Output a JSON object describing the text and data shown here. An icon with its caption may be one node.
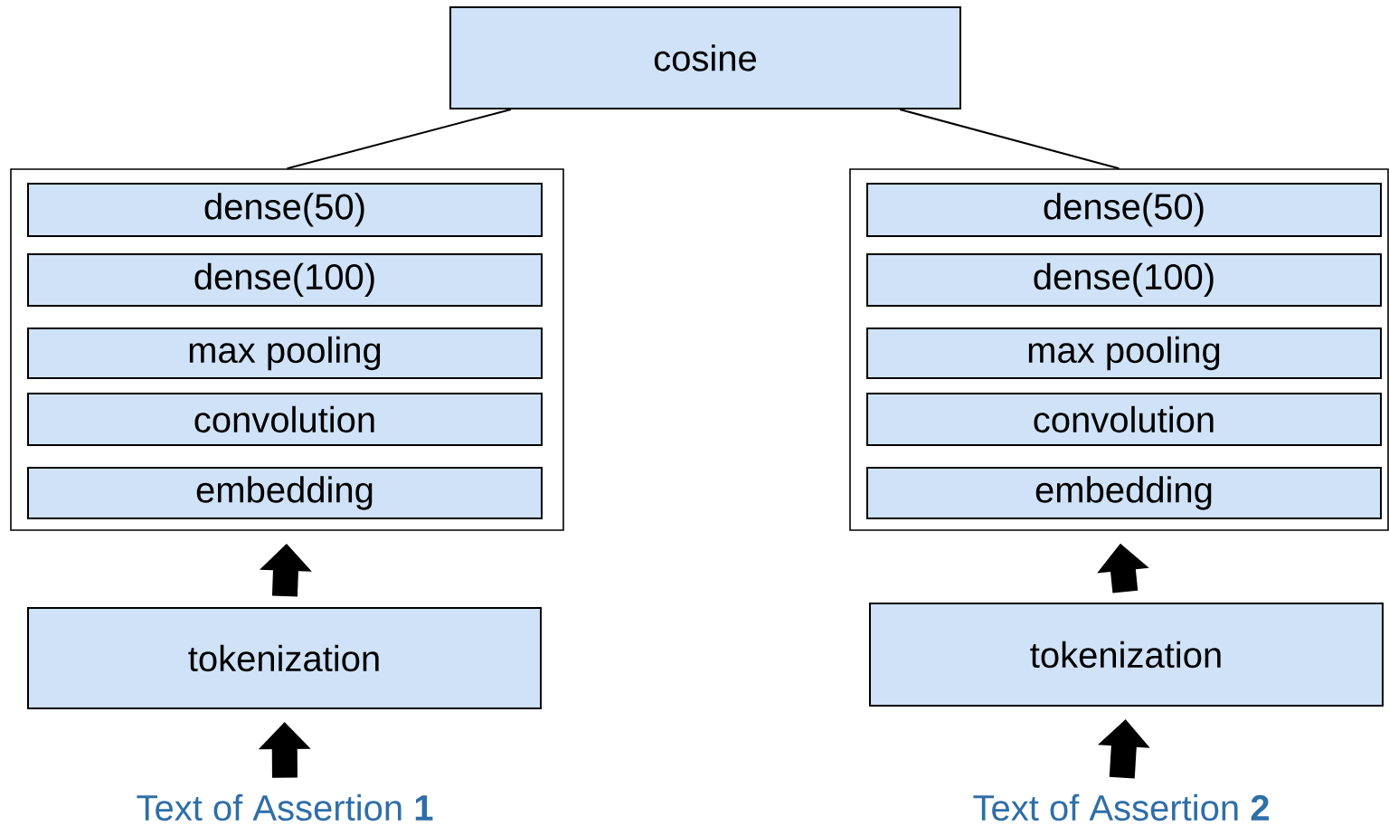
{
  "diagram": {
    "nodes": [
      {
        "text": [
          "cosine"
        ]
      },
      {
        "text": [],
        "shape": "box"
      },
      {
        "text": [
          "dense(50)"
        ],
        "in": 1
      },
      {
        "text": [
          "dense(100)"
        ],
        "in": 1
      },
      {
        "text": [
          "max pooling"
        ],
        "in": 1
      },
      {
        "text": [
          "convolution"
        ],
        "in": 1
      },
      {
        "text": [
          "embedding"
        ],
        "in": 1
      },
      {
        "text": [
          "tokenization"
        ]
      },
      {
        "text": [
          "Text of Assertion **1**"
        ]
      },
      {
        "text": [],
        "shape": "box"
      },
      {
        "text": [
          "dense(50)"
        ],
        "in": 9
      },
      {
        "text": [
          "dense(100)"
        ],
        "in": 9
      },
      {
        "text": [
          "max pooling"
        ],
        "in": 9
      },
      {
        "text": [
          "convolution"
        ],
        "in": 9
      },
      {
        "text": [
          "embedding"
        ],
        "in": 9
      },
      {
        "text": [
          "tokenization"
        ]
      },
      {
        "text": [
          "Text of Assertion **2**"
        ]
      }
    ],
    "edges": [
      {
        "from": 0,
        "to": 1,
        "arrow": "none"
      },
      {
        "from": 0,
        "to": 9,
        "arrow": "none"
      },
      {
        "from": 7,
        "to": 1,
        "arrow": "to"
      },
      {
        "from": 8,
        "to": 7,
        "arrow": "to"
      },
      {
        "from": 15,
        "to": 9,
        "arrow": "to"
      },
      {
        "from": 16,
        "to": 15,
        "arrow": "to"
      }
    ]
  }
}
